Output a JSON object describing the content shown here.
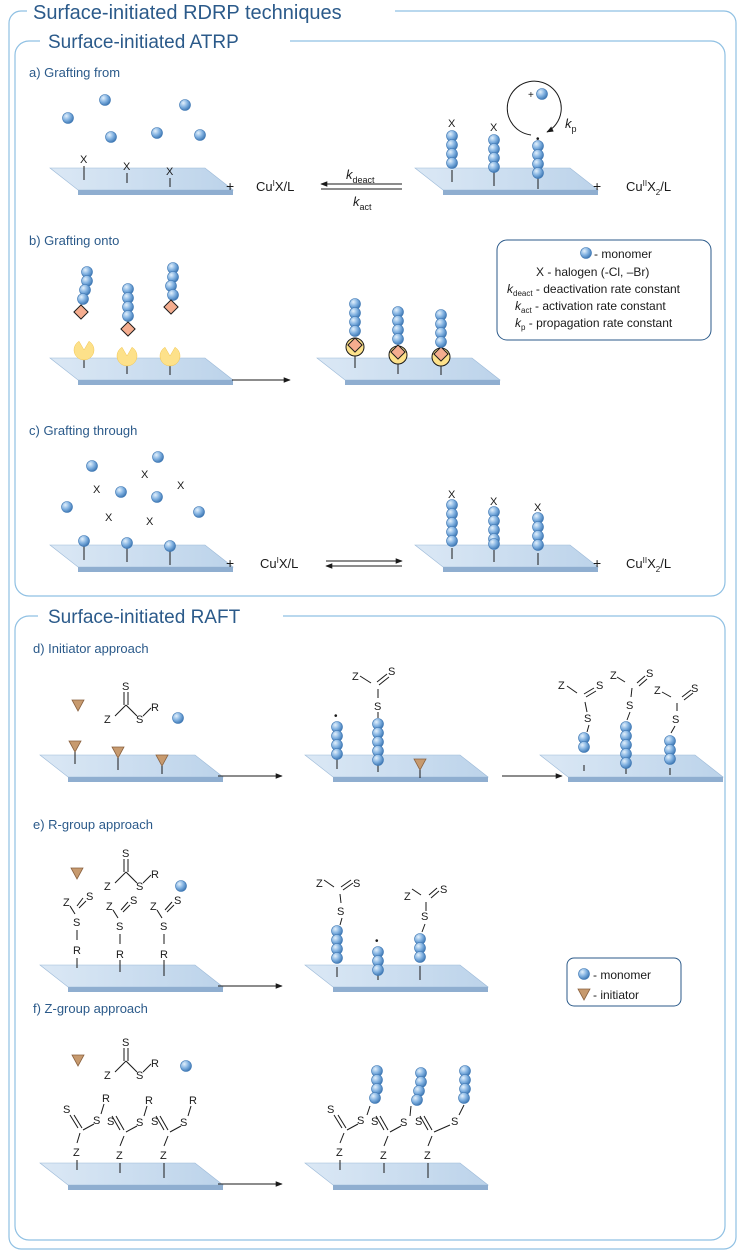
{
  "title": "Surface-initiated RDRP techniques",
  "atrp": {
    "heading": "Surface-initiated ATRP",
    "a_label": "a) Grafting from",
    "b_label": "b) Grafting onto",
    "c_label": "c) Grafting through",
    "x": "X",
    "plus": "+",
    "cu1_main": "Cu",
    "cu1_sup": "I",
    "cu1_rest": "X/L",
    "cu2_main": "Cu",
    "cu2_sup": "II",
    "cu2_x": "X",
    "cu2_sub": "2",
    "cu2_rest": "/L",
    "k_letter": "k",
    "deact_sub": "deact",
    "act_sub": "act",
    "p_sub": "p",
    "radical_dot": "•",
    "legend": {
      "monomer": "- monomer",
      "halogen": "X - halogen (-Cl, –Br)",
      "kdeact_text": " - deactivation rate constant",
      "kact_text": " - activation rate constant",
      "kp_text": " - propagation rate constant"
    }
  },
  "raft": {
    "heading": "Surface-initiated RAFT",
    "d_label": "d) Initiator approach",
    "e_label": "e) R-group approach",
    "f_label": "f) Z-group approach",
    "s": "S",
    "z": "Z",
    "r": "R",
    "legend": {
      "monomer": "- monomer",
      "initiator": "- initiator"
    }
  },
  "colors": {
    "frame": "#8fc0e3",
    "title": "#2b5a8a",
    "surface_top": "#cfe0f1",
    "surface_side": "#8faed0",
    "bead": "#7fb0e0",
    "bead_light": "#e4f1fc",
    "bead_dark": "#3f78b4",
    "pacman": "#fde18a",
    "diamond": "#f5ad8f",
    "initiator": "#c79a6e",
    "stroke": "#1a1a1a"
  }
}
